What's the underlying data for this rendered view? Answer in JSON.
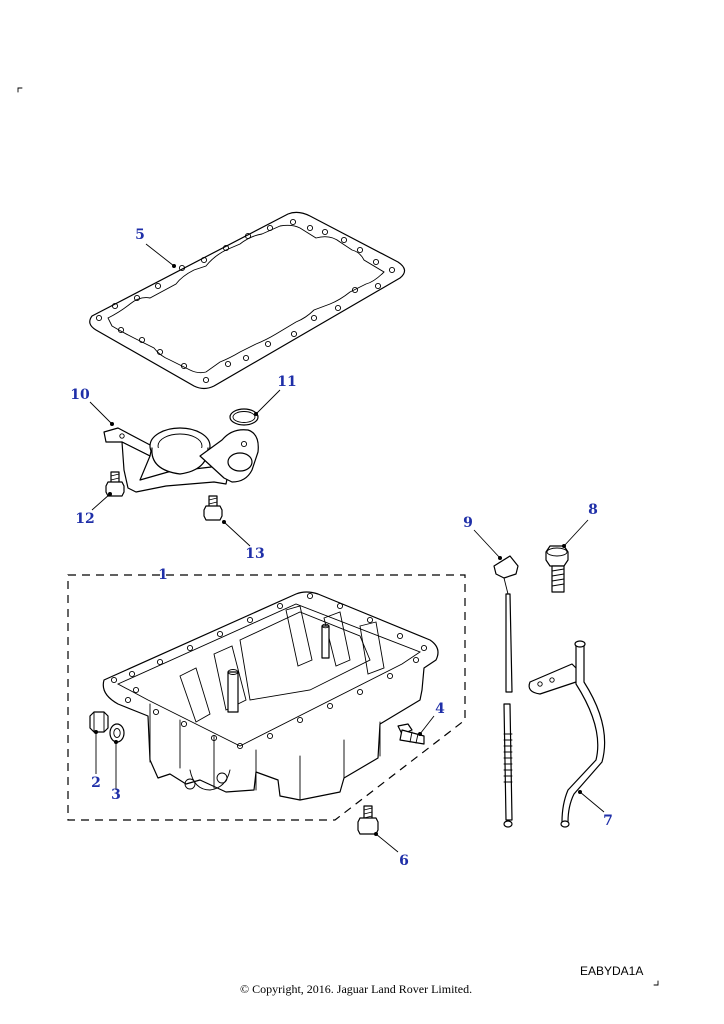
{
  "diagram": {
    "callouts": [
      "1",
      "2",
      "3",
      "4",
      "5",
      "6",
      "7",
      "8",
      "9",
      "10",
      "11",
      "12",
      "13"
    ],
    "drawing_code": "EABYDA1A",
    "copyright": "© Copyright, 2016. Jaguar Land Rover Limited.",
    "colors": {
      "callout_text": "#1f2fa8",
      "line": "#000000",
      "background": "#ffffff"
    }
  }
}
